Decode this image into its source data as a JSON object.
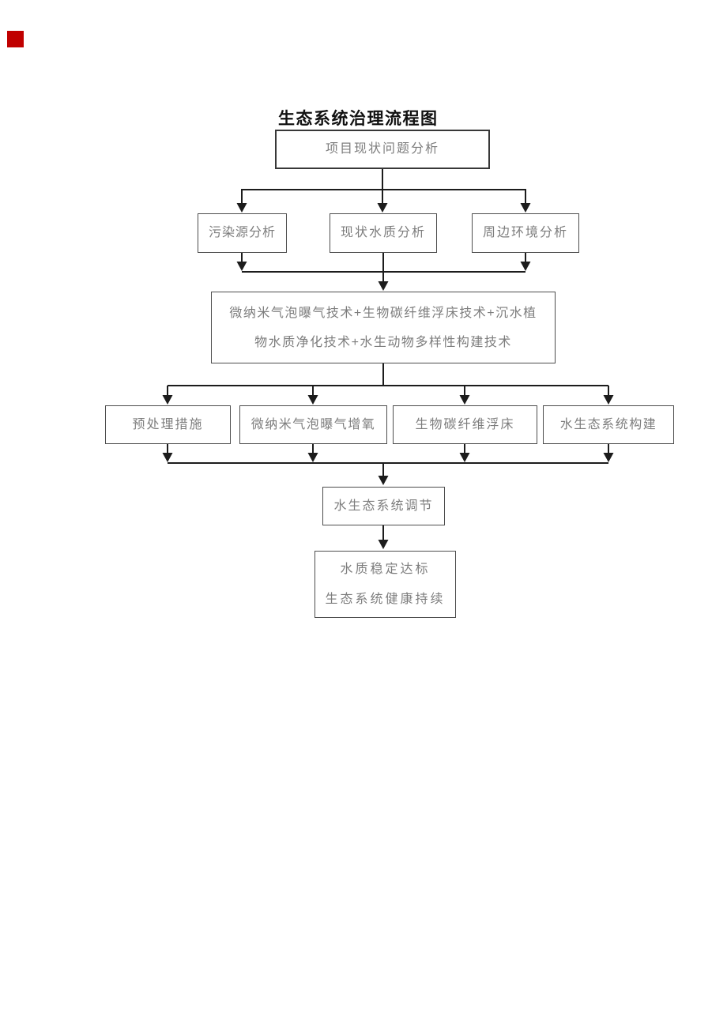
{
  "title": "生态系统治理流程图",
  "flowchart": {
    "root": "项目现状问题分析",
    "analysis_row": [
      "污染源分析",
      "现状水质分析",
      "周边环境分析"
    ],
    "tech_box": {
      "line1": "微纳米气泡曝气技术+生物碳纤维浮床技术+沉水植",
      "line2": "物水质净化技术+水生动物多样性构建技术"
    },
    "measures_row": [
      "预处理措施",
      "微纳米气泡曝气增氧",
      "生物碳纤维浮床",
      "水生态系统构建"
    ],
    "regulation": "水生态系统调节",
    "result": {
      "line1": "水质稳定达标",
      "line2": "生态系统健康持续"
    }
  },
  "colors": {
    "page_background": "#ffffff",
    "corner_marker": "#c00000",
    "box_border": "#4d4d4d",
    "box_text": "#7d7d7d",
    "connector": "#1c1c1c",
    "title_text": "#111111"
  }
}
